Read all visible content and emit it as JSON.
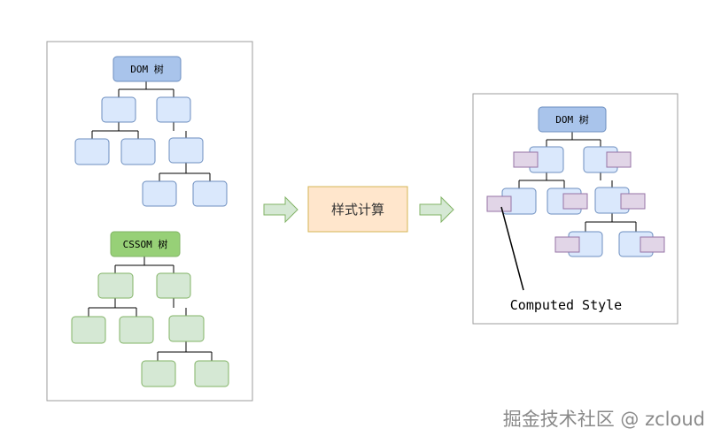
{
  "left_panel": {
    "dom_tree": {
      "root_label": "DOM 树"
    },
    "cssom_tree": {
      "root_label": "CSSOM 树"
    }
  },
  "process": {
    "label": "样式计算"
  },
  "right_panel": {
    "render_tree": {
      "root_label": "DOM 树"
    },
    "callout": {
      "label": "Computed Style"
    }
  },
  "watermark": {
    "text": "掘金技术社区 @ zcloud"
  },
  "colors": {
    "dom_node_fill": "#dae8fc",
    "dom_node_stroke": "#6c8ebf",
    "dom_root_fill": "#a9c4eb",
    "cssom_node_fill": "#d5e8d4",
    "cssom_node_stroke": "#82b366",
    "cssom_root_fill": "#97d077",
    "process_fill": "#ffe6cc",
    "process_stroke": "#d6b656",
    "style_chip_fill": "#e1d5e7",
    "style_chip_stroke": "#9673a6",
    "arrow_fill": "#d5e8d4"
  }
}
